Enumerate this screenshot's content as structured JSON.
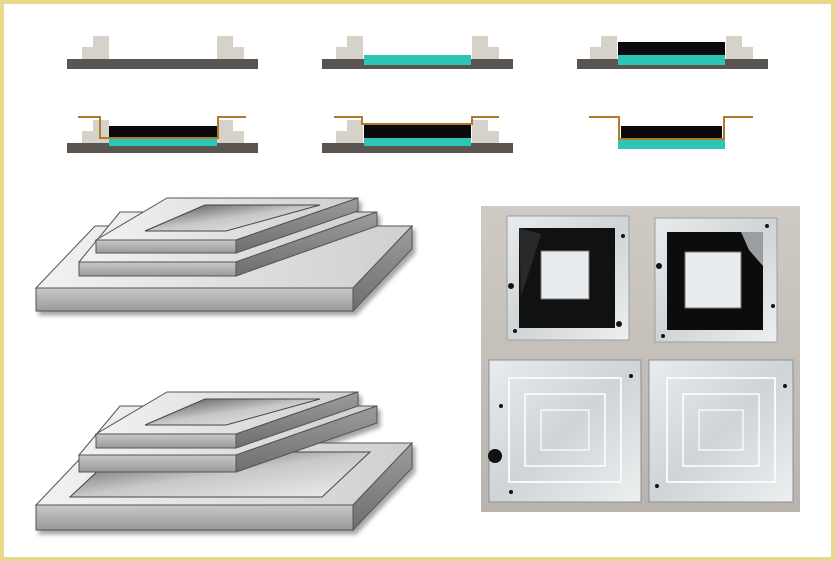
{
  "figure": {
    "description_free": true,
    "colors": {
      "frame": "#e8d98a",
      "substrate": "#5a5550",
      "mold": "#d6d2c9",
      "cyan_layer": "#2ec4b6",
      "black_layer": "#0a0a0a",
      "foil": "#b07a2c",
      "metal_light": "#e0e0e0",
      "metal_dark": "#7a7a7a",
      "photo_bg": "#c4bfb8"
    },
    "cross_sections": [
      {
        "step": 1,
        "layers": [
          "substrate",
          "mold"
        ]
      },
      {
        "step": 2,
        "layers": [
          "substrate",
          "mold",
          "cyan"
        ]
      },
      {
        "step": 3,
        "layers": [
          "substrate",
          "mold",
          "cyan",
          "black"
        ]
      },
      {
        "step": 4,
        "layers": [
          "substrate",
          "mold",
          "cyan",
          "black",
          "foil"
        ]
      },
      {
        "step": 5,
        "layers": [
          "substrate",
          "mold",
          "cyan",
          "black",
          "foil"
        ]
      },
      {
        "step": 6,
        "layers": [
          "cyan",
          "black",
          "foil"
        ]
      }
    ],
    "models_3d": [
      {
        "name": "stacked-mold-assembled"
      },
      {
        "name": "stacked-mold-exploded"
      }
    ],
    "photo": {
      "name": "fabricated-molds-photo"
    }
  }
}
